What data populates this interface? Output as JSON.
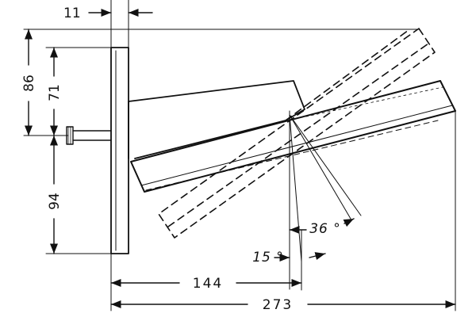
{
  "drawing": {
    "dimensions": {
      "wall_offset": "11",
      "total_height_upper": "86",
      "arm_height": "71",
      "lower_height": "94",
      "arm_projection": "144",
      "total_projection": "273",
      "tilt_range": "36 °",
      "tilt_default": "15 °"
    },
    "line_color": "#111111",
    "background": "#ffffff"
  }
}
